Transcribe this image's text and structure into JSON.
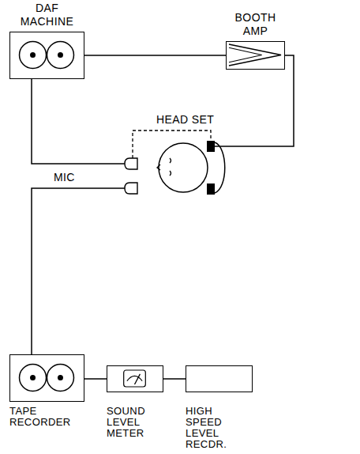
{
  "diagram": {
    "nodes": [
      {
        "text": [
          "DAF MACHINE"
        ]
      },
      {
        "text": [
          "BOOTH AMP"
        ]
      },
      {
        "text": [
          "HEAD SET"
        ]
      },
      {
        "text": [
          "TAPE RECORDER"
        ]
      },
      {
        "text": [
          "SOUND LEVEL METER"
        ]
      },
      {
        "text": [
          "HIGH SPEED LEVEL RECDR."
        ]
      }
    ],
    "edges": [
      {
        "from": 0,
        "to": 1,
        "arrow": "none"
      },
      {
        "from": 1,
        "to": 2,
        "arrow": "none"
      },
      {
        "from": 0,
        "to": 2,
        "arrow": "none"
      },
      {
        "from": 2,
        "to": 3,
        "arrow": "none"
      },
      {
        "from": 3,
        "to": 4,
        "arrow": "none"
      },
      {
        "from": 4,
        "to": 5,
        "arrow": "none"
      }
    ],
    "labels": [
      "MIC"
    ]
  }
}
